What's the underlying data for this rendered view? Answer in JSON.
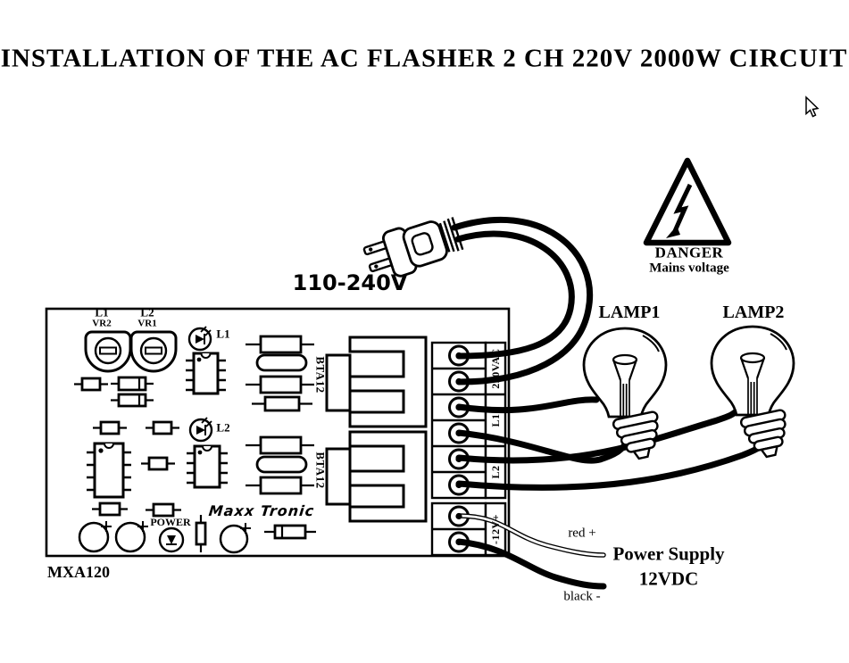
{
  "title": "INSTALLATION OF THE AC FLASHER 2 CH 220V 2000W CIRCUIT",
  "plug": {
    "voltage_label": "110-240V"
  },
  "warning": {
    "line1": "DANGER",
    "line2": "Mains voltage"
  },
  "lamps": {
    "lamp1": "LAMP1",
    "lamp2": "LAMP2"
  },
  "power_supply": {
    "title": "Power Supply",
    "voltage": "12VDC",
    "positive_wire": "red +",
    "negative_wire": "black -"
  },
  "board": {
    "model": "MXA120",
    "logo": "Maxx Tronic",
    "pot1": {
      "channel": "L1",
      "ref": "VR2"
    },
    "pot2": {
      "channel": "L2",
      "ref": "VR1"
    },
    "led1": "L1",
    "led2": "L2",
    "power_led": "POWER",
    "triac1": "BTA12",
    "triac2": "BTA12",
    "terminals": {
      "ac": "220VAC",
      "ch1": "L1",
      "ch2": "L2",
      "dc": "-12V+"
    }
  },
  "colors": {
    "ink": "#000000",
    "paper": "#ffffff"
  }
}
